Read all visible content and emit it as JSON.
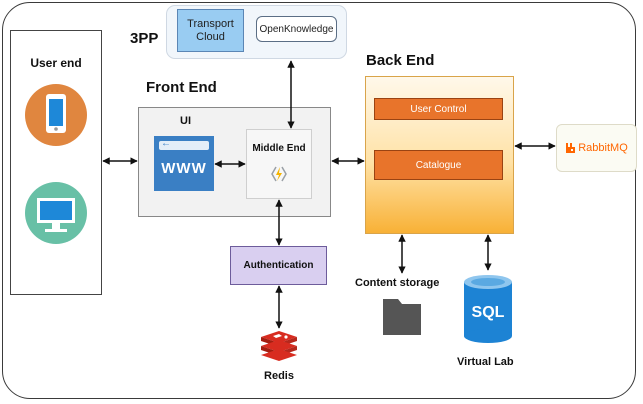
{
  "user_end": {
    "title": "User end"
  },
  "third_party": {
    "title": "3PP",
    "transport_cloud": "Transport Cloud",
    "open_knowledge": "OpenKnowledge"
  },
  "front_end": {
    "title": "Front End",
    "ui_label": "UI",
    "www_text": "WWW",
    "middle_end": "Middle End"
  },
  "authentication": "Authentication",
  "redis": "Redis",
  "back_end": {
    "title": "Back End",
    "user_control": "User Control",
    "catalogue": "Catalogue"
  },
  "rabbitmq": {
    "brand": "RabbitMQ",
    "brand_color": "#ff6600"
  },
  "content_storage": "Content storage",
  "virtual_lab": {
    "label": "Virtual Lab",
    "sql_text": "SQL"
  },
  "colors": {
    "orange_box": "#e8742b",
    "auth_fill": "#d9cff0",
    "tc_fill": "#99ccf2",
    "www_blue": "#3a7fc4",
    "sql_blue": "#1d83d4"
  }
}
